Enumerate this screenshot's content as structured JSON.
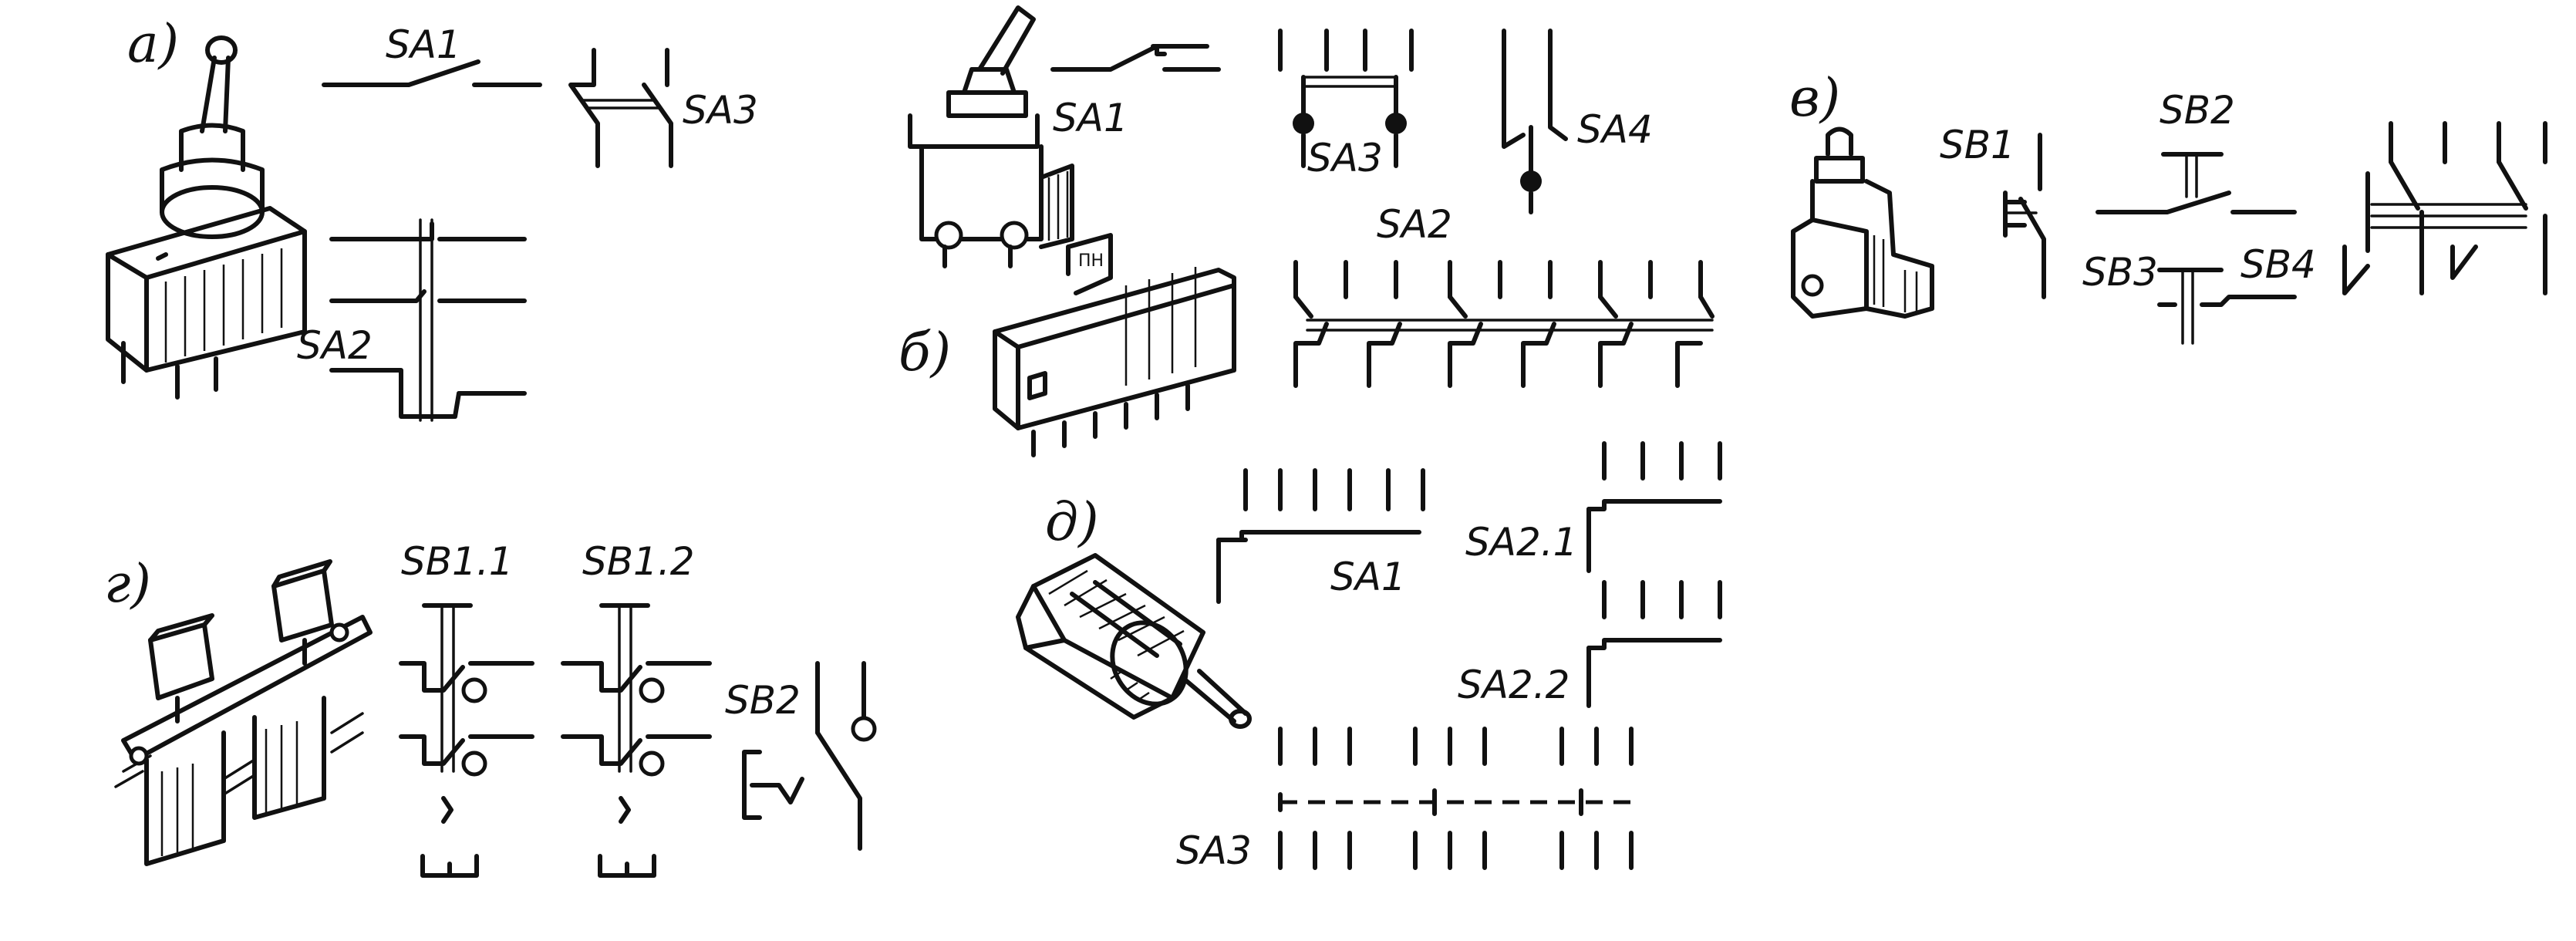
{
  "panels": {
    "a": "а)",
    "b": "б)",
    "v": "в)",
    "g": "г)",
    "d": "д)"
  },
  "labels": {
    "a_sa1": "SA1",
    "a_sa2": "SA2",
    "a_sa3": "SA3",
    "b_sa1": "SA1",
    "b_sa2": "SA2",
    "b_sa3": "SA3",
    "b_sa4": "SA4",
    "b_switch_marking": "ПН",
    "v_sb1": "SB1",
    "v_sb2": "SB2",
    "v_sb3": "SB3",
    "v_sb4": "SB4",
    "g_sb11": "SB1.1",
    "g_sb12": "SB1.2",
    "g_sb2": "SB2",
    "d_sa1": "SA1",
    "d_sa21": "SA2.1",
    "d_sa22": "SA2.2",
    "d_sa3": "SA3"
  }
}
